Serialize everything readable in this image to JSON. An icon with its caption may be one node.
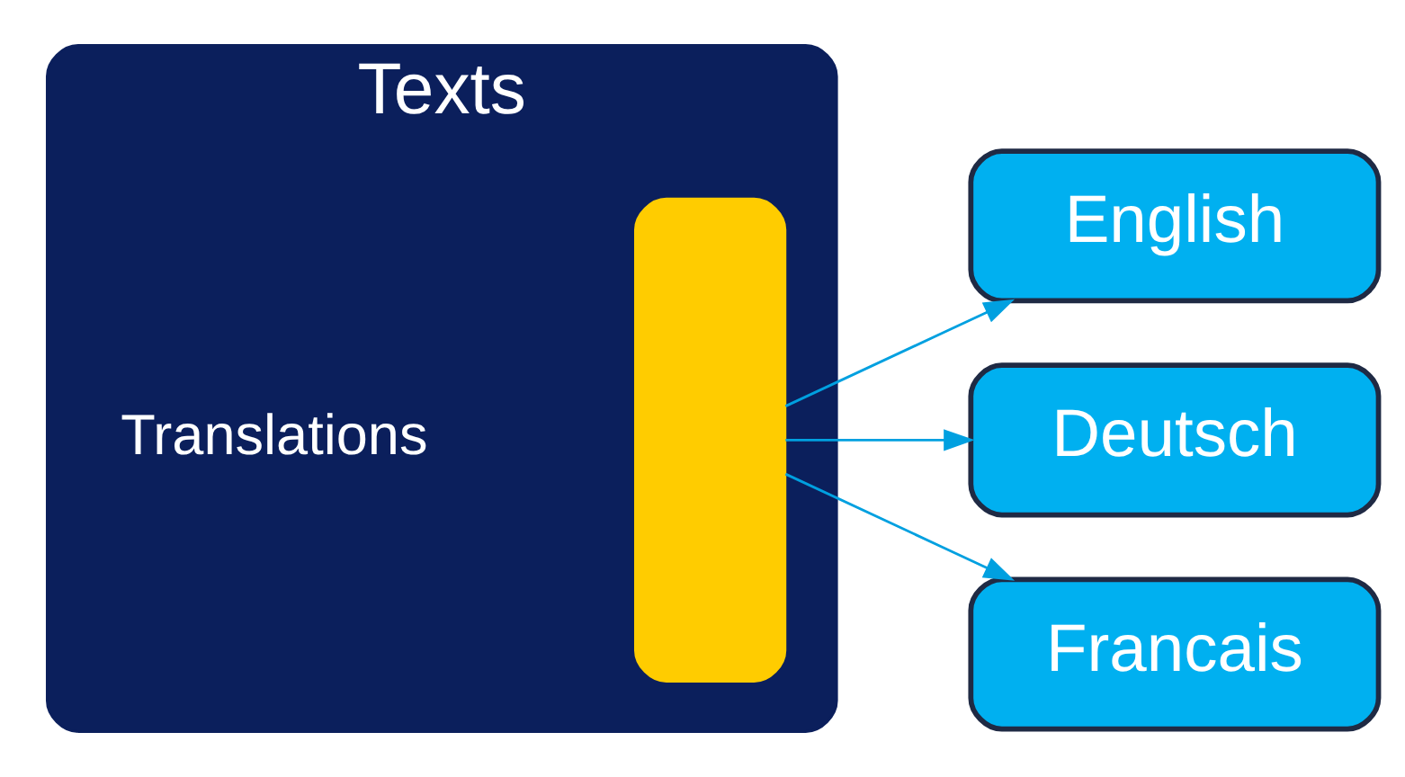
{
  "diagram": {
    "nodes": [
      {
        "text": [
          "Texts"
        ]
      },
      {
        "text": [],
        "shape": "bar",
        "in": 0,
        "beside": [
          "Translations"
        ]
      },
      {
        "text": [
          "English"
        ]
      },
      {
        "text": [
          "Deutsch"
        ]
      },
      {
        "text": [
          "Francais"
        ]
      }
    ],
    "edges": [
      {
        "from": 1,
        "to": 2,
        "arrow": "to"
      },
      {
        "from": 1,
        "to": 3,
        "arrow": "to"
      },
      {
        "from": 1,
        "to": 4,
        "arrow": "to"
      }
    ]
  }
}
